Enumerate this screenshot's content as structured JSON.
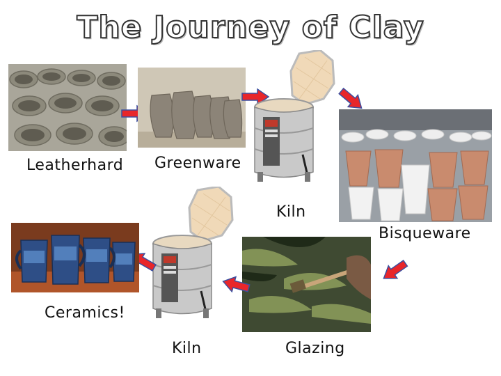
{
  "title": "The Journey of Clay",
  "stages": {
    "leatherhard": "Leatherhard",
    "greenware": "Greenware",
    "kiln_top": "Kiln",
    "bisqueware": "Bisqueware",
    "glazing": "Glazing",
    "kiln_bottom": "Kiln",
    "ceramics": "Ceramics!"
  },
  "colors": {
    "arrow": "#e8262a",
    "arrow_outline": "#3a4fa0"
  }
}
